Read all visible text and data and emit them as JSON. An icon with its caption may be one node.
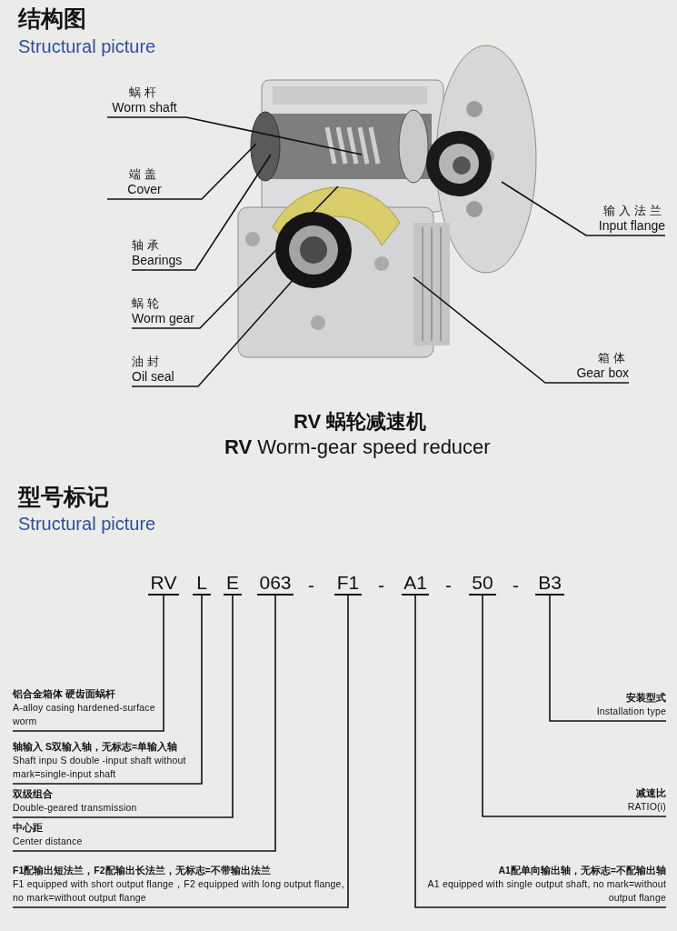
{
  "diagram": {
    "title": "结构图",
    "nodes": [
      {
        "text": [
          "蜗杆",
          "Worm shaft"
        ]
      },
      {
        "text": [
          "端盖",
          "Cover"
        ]
      },
      {
        "text": [
          "轴承",
          "Bearings"
        ]
      },
      {
        "text": [
          "蜗轮",
          "Worm gear"
        ]
      },
      {
        "text": [
          "油封",
          "Oil seal"
        ]
      },
      {
        "text": [
          "输入法兰",
          "Input flange"
        ]
      },
      {
        "text": [
          "箱体",
          "Gear box"
        ]
      },
      {
        "text": [
          "RV"
        ]
      },
      {
        "text": [
          "L"
        ]
      },
      {
        "text": [
          "E"
        ]
      },
      {
        "text": [
          "063"
        ]
      },
      {
        "text": [
          "F1"
        ]
      },
      {
        "text": [
          "A1"
        ]
      },
      {
        "text": [
          "50"
        ]
      },
      {
        "text": [
          "B3"
        ]
      },
      {
        "text": [
          "铝合金箱体 硬齿面蜗杆",
          "A-alloy casing hardened-surface worm"
        ]
      },
      {
        "text": [
          "轴输入 S双输入轴，无标志=单输入轴",
          "Shaft inpu S double -input shaft without mark=single-input shaft"
        ]
      },
      {
        "text": [
          "双级组合",
          "Double-geared transmission"
        ]
      },
      {
        "text": [
          "中心距",
          "Center distance"
        ]
      },
      {
        "text": [
          "F1配输出短法兰，F2配输出长法兰，无标志=不带输出法兰",
          "F1 equipped with short output flange，F2 equipped with long output flange, no mark=without output flange"
        ]
      },
      {
        "text": [
          "A1配单向输出轴，无标志=不配输出轴",
          "A1 equipped with single output shaft, no mark=without output flange"
        ]
      },
      {
        "text": [
          "减速比",
          "RATIO(i)"
        ]
      },
      {
        "text": [
          "安装型式",
          "Installation type"
        ]
      }
    ],
    "edges": [
      {
        "from": 0,
        "to": null,
        "arrow": "none"
      },
      {
        "from": 1,
        "to": null,
        "arrow": "none"
      },
      {
        "from": 2,
        "to": null,
        "arrow": "none"
      },
      {
        "from": 3,
        "to": null,
        "arrow": "none"
      },
      {
        "from": 4,
        "to": null,
        "arrow": "none"
      },
      {
        "from": 5,
        "to": null,
        "arrow": "none"
      },
      {
        "from": 6,
        "to": null,
        "arrow": "none"
      },
      {
        "from": 7,
        "to": 15,
        "arrow": "none"
      },
      {
        "from": 8,
        "to": 16,
        "arrow": "none"
      },
      {
        "from": 9,
        "to": 17,
        "arrow": "none"
      },
      {
        "from": 10,
        "to": 18,
        "arrow": "none"
      },
      {
        "from": 11,
        "to": 19,
        "arrow": "none"
      },
      {
        "from": 12,
        "to": 20,
        "arrow": "none"
      },
      {
        "from": 13,
        "to": 21,
        "arrow": "none"
      },
      {
        "from": 14,
        "to": 22,
        "arrow": "none"
      }
    ],
    "labels": [
      "Structural picture",
      "**RV** 蜗轮减速机",
      "**RV** Worm-gear speed reducer",
      "型号标记",
      "Structural picture",
      "-",
      "-",
      "-",
      "-"
    ]
  }
}
